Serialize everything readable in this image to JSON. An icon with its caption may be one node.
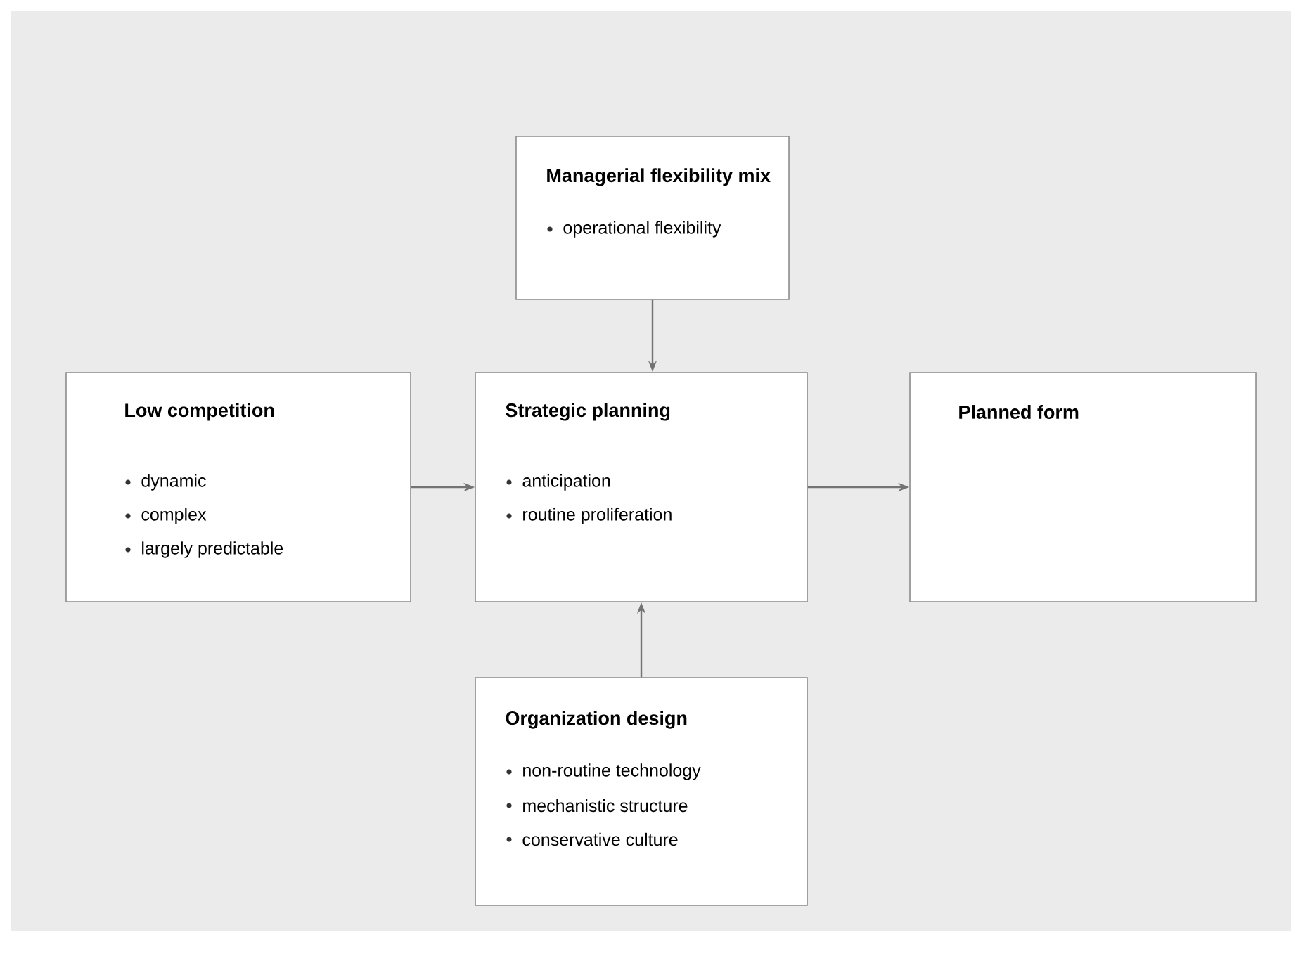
{
  "diagram": {
    "nodes": [
      {
        "text": [
          "Managerial flexibility mix",
          "operational flexibility"
        ]
      },
      {
        "text": [
          "Low competition",
          "dynamic",
          "complex",
          "largely predictable"
        ]
      },
      {
        "text": [
          "Strategic planning",
          "anticipation",
          "routine proliferation"
        ]
      },
      {
        "text": [
          "Planned form"
        ]
      },
      {
        "text": [
          "Organization design",
          "non-routine technology",
          "mechanistic structure",
          "conservative culture"
        ]
      }
    ],
    "edges": [
      {
        "from": 0,
        "to": 2,
        "arrow": "to"
      },
      {
        "from": 1,
        "to": 2,
        "arrow": "to"
      },
      {
        "from": 2,
        "to": 3,
        "arrow": "to"
      },
      {
        "from": 4,
        "to": 2,
        "arrow": "to"
      }
    ]
  }
}
